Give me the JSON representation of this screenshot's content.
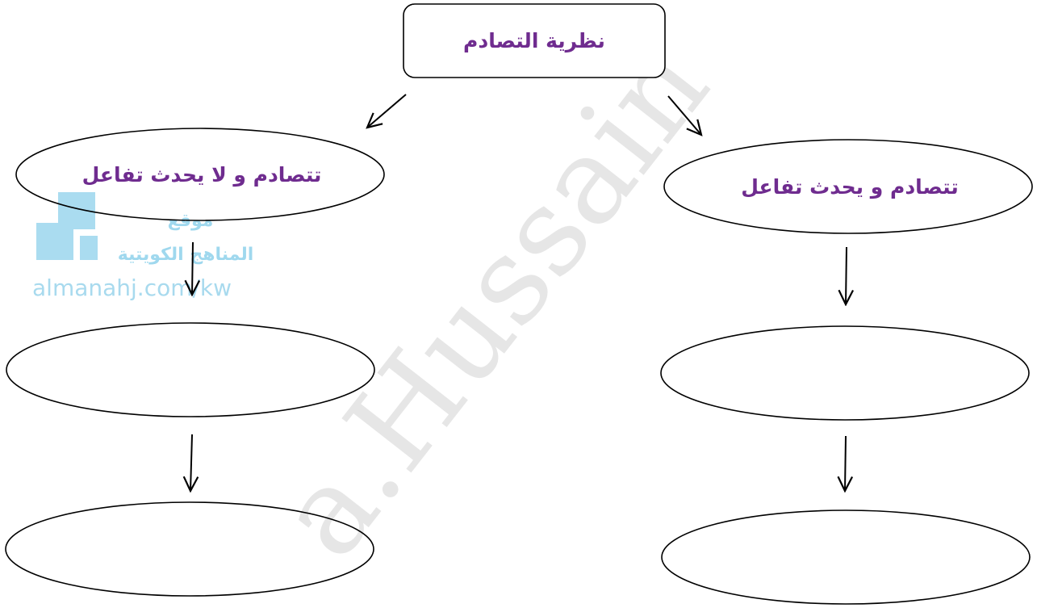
{
  "watermark": {
    "text": "a.Hussain"
  },
  "site_logo": {
    "line1": "موقع",
    "line2": "المناهج الكويتية",
    "url": "almanahj.com/kw",
    "color": "#a6dbef"
  },
  "diagram": {
    "root": "نظرية التصادم",
    "left_branch": {
      "title": "تتصادم و لا يحدث تفاعل",
      "step1": "",
      "step2": ""
    },
    "right_branch": {
      "title": "تتصادم و يحدث تفاعل",
      "step1": "",
      "step2": ""
    },
    "text_color": "#6f2c8f"
  }
}
